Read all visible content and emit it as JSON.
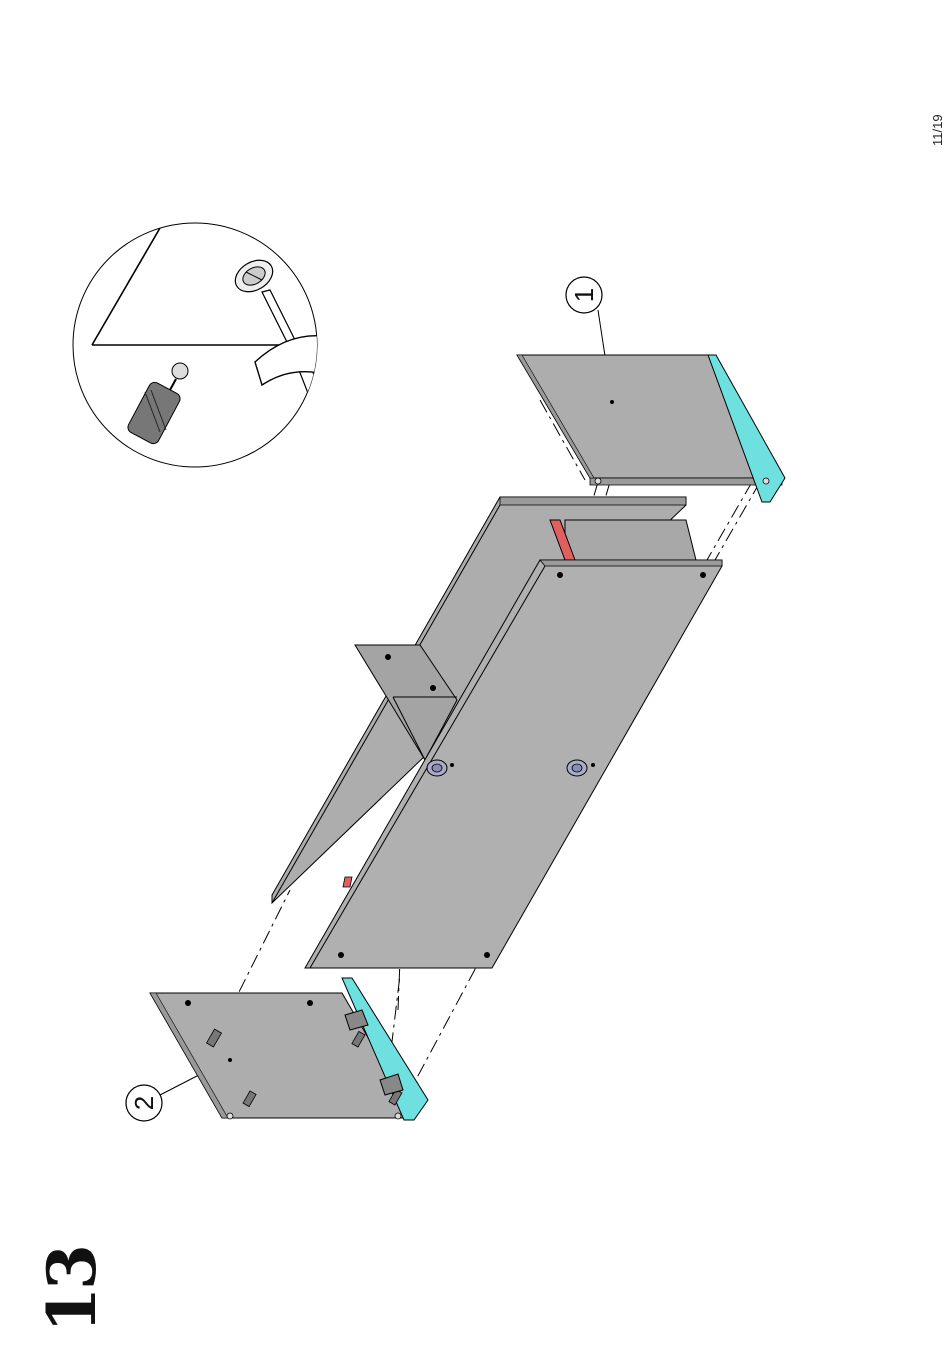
{
  "page": {
    "number": "11/19",
    "step": "13"
  },
  "parts": {
    "part_1": {
      "label": "1"
    },
    "part_2": {
      "label": "2"
    }
  },
  "colors": {
    "panel": "#adadad",
    "panel_edge": "#8a8a8a",
    "edge_band": "#6ee0e0",
    "accent": "#e06060",
    "cam_lock": "#a9abc8",
    "line": "#000000"
  },
  "icons": {
    "detail": "screwdriver-turning-cam-lock-detail",
    "rotate": "clockwise-arrow-icon",
    "cam_lock": "cam-lock-icon",
    "dowel": "wooden-dowel-icon"
  }
}
